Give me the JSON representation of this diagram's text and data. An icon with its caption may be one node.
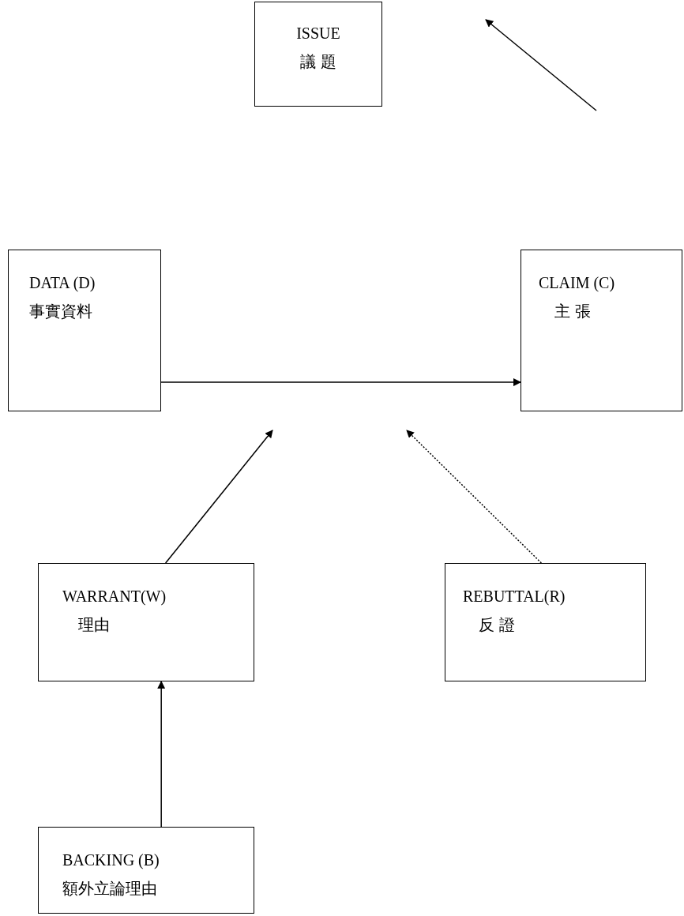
{
  "diagram": {
    "nodes": [
      {
        "text": [
          "ISSUE",
          "議 題"
        ]
      },
      {
        "text": [
          "DATA (D)",
          "事實資料"
        ]
      },
      {
        "text": [
          "CLAIM (C)",
          "主 張"
        ]
      },
      {
        "text": [
          "WARRANT(W)",
          "理由"
        ]
      },
      {
        "text": [
          "REBUTTAL(R)",
          "反 證"
        ]
      },
      {
        "text": [
          "BACKING (B)",
          "額外立論理由"
        ]
      }
    ],
    "edges": [
      {
        "from": 1,
        "to": 2,
        "arrow": "to"
      },
      {
        "from": 3,
        "to": null,
        "arrow": "to"
      },
      {
        "from": 4,
        "to": null,
        "arrow": "to",
        "style": "dashed"
      },
      {
        "from": 5,
        "to": 3,
        "arrow": "to"
      }
    ]
  }
}
